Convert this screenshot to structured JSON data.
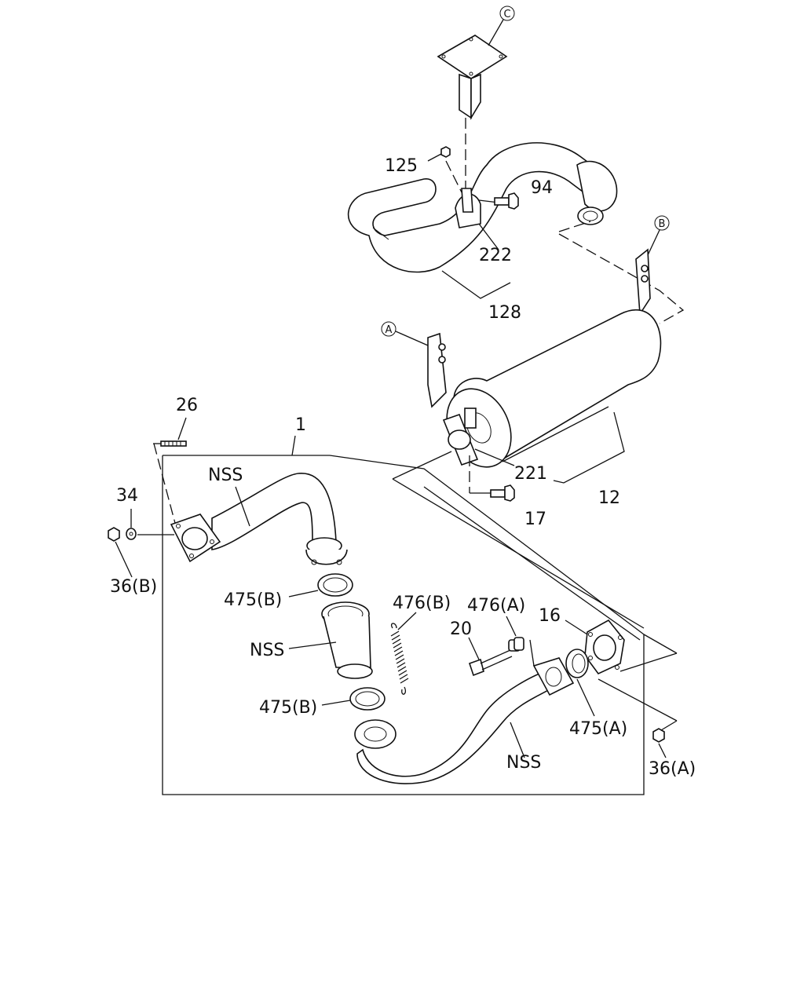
{
  "labels": {
    "c_circle": "C",
    "b_circle": "B",
    "a_circle": "A",
    "p125": "125",
    "p94": "94",
    "p222": "222",
    "p128": "128",
    "p221": "221",
    "p12": "12",
    "p17": "17",
    "p26": "26",
    "p1": "1",
    "nss_top": "NSS",
    "p34": "34",
    "p36b": "36(B)",
    "p475b_top": "475(B)",
    "p476b": "476(B)",
    "p476a": "476(A)",
    "p16": "16",
    "p20": "20",
    "nss_mid": "NSS",
    "p475b_bot": "475(B)",
    "p475a": "475(A)",
    "nss_bot": "NSS",
    "p36a": "36(A)"
  }
}
